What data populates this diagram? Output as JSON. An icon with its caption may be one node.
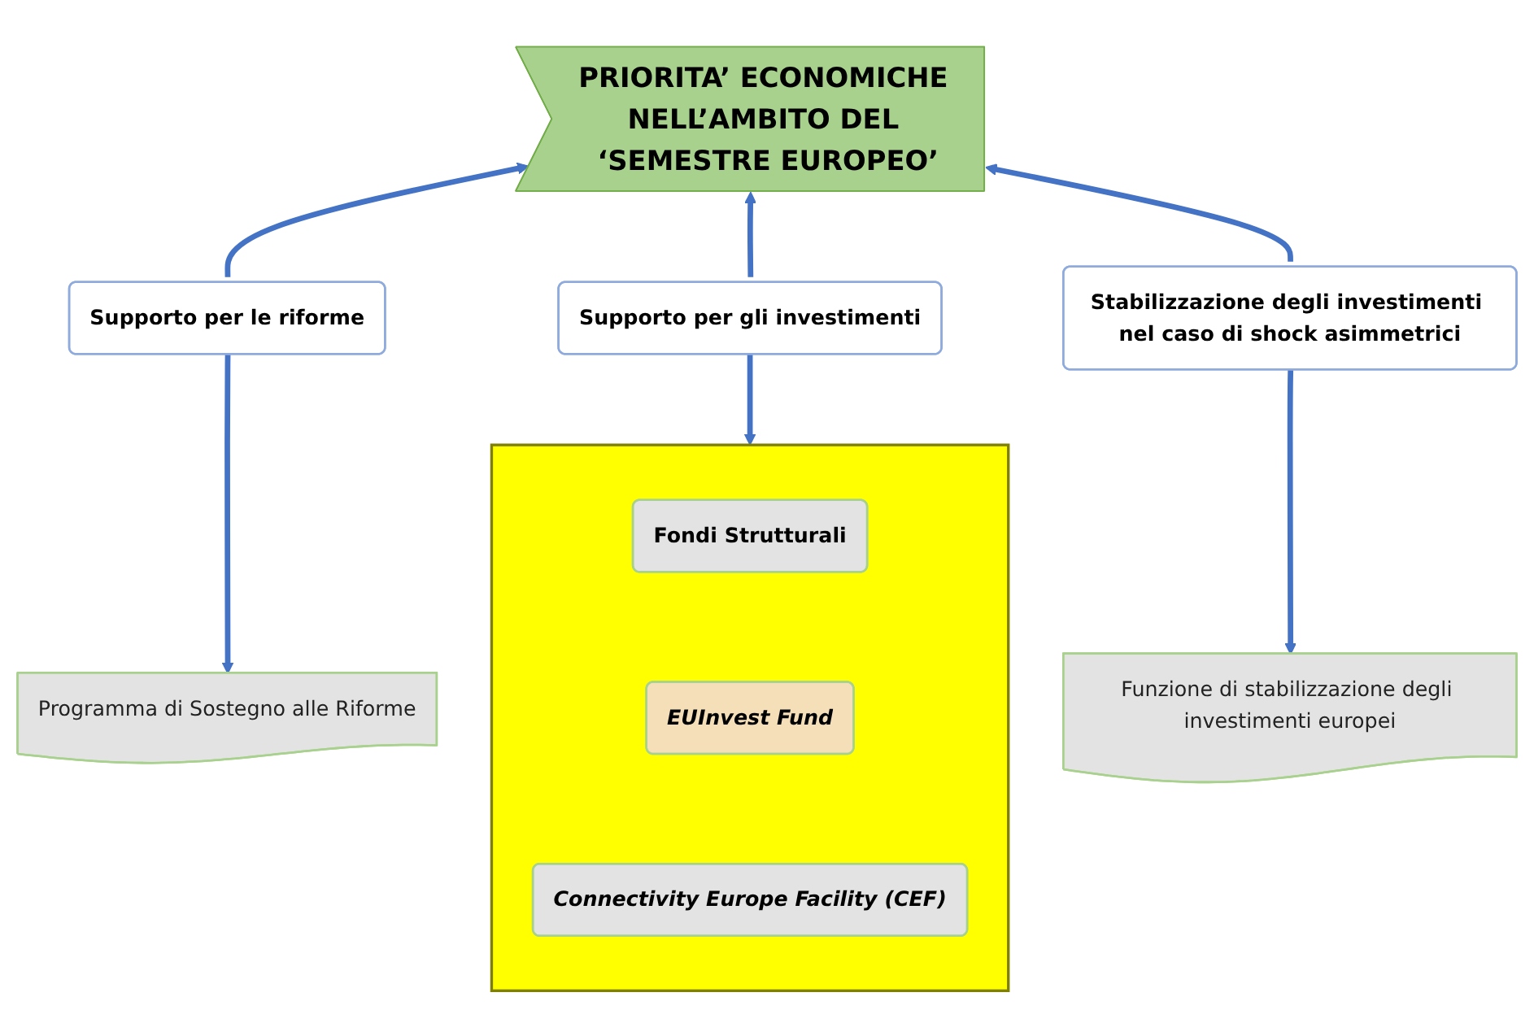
{
  "diagram": {
    "nodes": [
      {
        "text": [
          "PRIORITA’ ECONOMICHE NELL’AMBITO DEL ‘SEMESTRE EUROPEO’"
        ]
      },
      {
        "text": [
          "Supporto per le riforme"
        ]
      },
      {
        "text": [
          "Supporto per gli investimenti"
        ]
      },
      {
        "text": [
          "Stabilizzazione degli investimenti nel caso di shock asimmetrici"
        ]
      },
      {
        "text": [
          "Programma di Sostegno alle Riforme"
        ]
      },
      {
        "text": [],
        "shape": "box"
      },
      {
        "text": [
          "Fondi Strutturali"
        ],
        "in": 5
      },
      {
        "text": [
          "EUInvest Fund"
        ],
        "in": 5
      },
      {
        "text": [
          "Connectivity Europe Facility (CEF)"
        ],
        "in": 5
      },
      {
        "text": [
          "Funzione di stabilizzazione degli investimenti europei"
        ]
      }
    ],
    "edges": [
      {
        "from": 1,
        "to": 0,
        "arrow": "to"
      },
      {
        "from": 2,
        "to": 0,
        "arrow": "to"
      },
      {
        "from": 3,
        "to": 0,
        "arrow": "to"
      },
      {
        "from": 1,
        "to": 4,
        "arrow": "to"
      },
      {
        "from": 2,
        "to": 5,
        "arrow": "to"
      },
      {
        "from": 3,
        "to": 9,
        "arrow": "to"
      }
    ]
  }
}
